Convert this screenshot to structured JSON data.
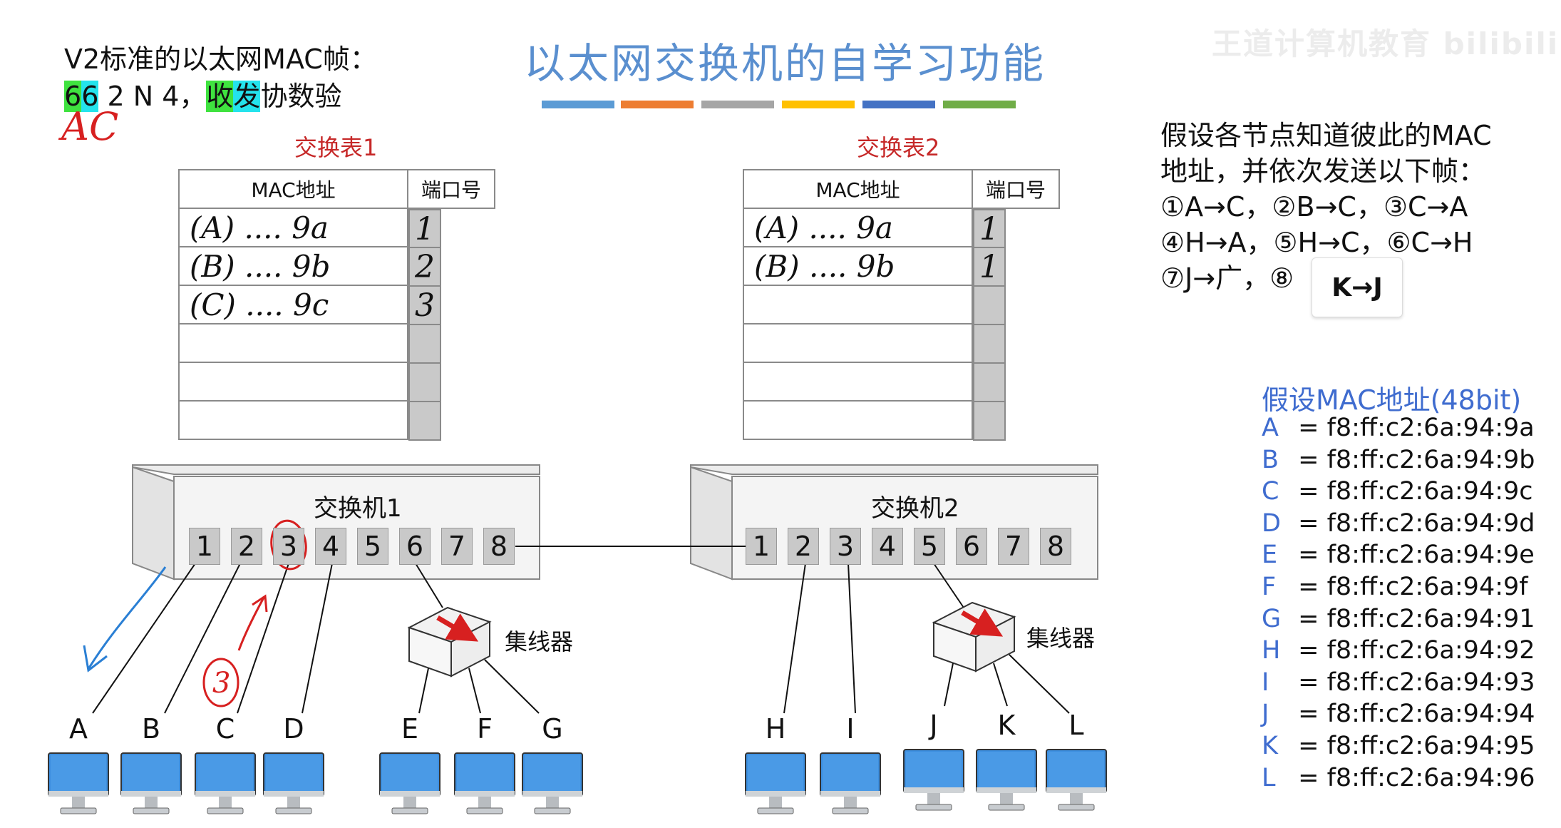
{
  "title": "以太网交换机的自学习功能",
  "watermark": "王道计算机教育 bilibili",
  "stripe_colors": [
    "#5b9bd5",
    "#ed7d31",
    "#a5a5a5",
    "#ffc000",
    "#4472c4",
    "#70ad47"
  ],
  "frame_info": {
    "title": "V2标准的以太网MAC帧：",
    "fields": [
      {
        "text": "6",
        "hl": "green"
      },
      {
        "text": "6",
        "hl": "cyan"
      },
      {
        "text": " 2 N 4，",
        "hl": ""
      },
      {
        "text": "收",
        "hl": "green"
      },
      {
        "text": "发",
        "hl": "cyan"
      },
      {
        "text": "协数验",
        "hl": ""
      }
    ],
    "handwritten_note": "AC"
  },
  "table1": {
    "title": "交换表1",
    "headers": [
      "MAC地址",
      "端口号"
    ],
    "rows": [
      [
        "(A) .... 9a",
        "1"
      ],
      [
        "(B) .... 9b",
        "2"
      ],
      [
        "(C) .... 9c",
        "3"
      ],
      [
        "",
        ""
      ],
      [
        "",
        ""
      ],
      [
        "",
        ""
      ]
    ]
  },
  "table2": {
    "title": "交换表2",
    "headers": [
      "MAC地址",
      "端口号"
    ],
    "rows": [
      [
        "(A) .... 9a",
        "1"
      ],
      [
        "(B) .... 9b",
        "1"
      ],
      [
        "",
        ""
      ],
      [
        "",
        ""
      ],
      [
        "",
        ""
      ],
      [
        "",
        ""
      ]
    ]
  },
  "assumption": {
    "lines": [
      "假设各节点知道彼此的MAC",
      "地址，并依次发送以下帧：",
      "①A→C，②B→C，③C→A",
      "④H→A，⑤H→C，⑥C→H",
      "⑦J→广，⑧"
    ],
    "frame8": "K→J"
  },
  "mac_list": {
    "title": "假设MAC地址(48bit)",
    "items": [
      {
        "host": "A",
        "mac": "f8:ff:c2:6a:94:9a"
      },
      {
        "host": "B",
        "mac": "f8:ff:c2:6a:94:9b"
      },
      {
        "host": "C",
        "mac": "f8:ff:c2:6a:94:9c"
      },
      {
        "host": "D",
        "mac": "f8:ff:c2:6a:94:9d"
      },
      {
        "host": "E",
        "mac": "f8:ff:c2:6a:94:9e"
      },
      {
        "host": "F",
        "mac": "f8:ff:c2:6a:94:9f"
      },
      {
        "host": "G",
        "mac": "f8:ff:c2:6a:94:91"
      },
      {
        "host": "H",
        "mac": "f8:ff:c2:6a:94:92"
      },
      {
        "host": "I",
        "mac": "f8:ff:c2:6a:94:93"
      },
      {
        "host": "J",
        "mac": "f8:ff:c2:6a:94:94"
      },
      {
        "host": "K",
        "mac": "f8:ff:c2:6a:94:95"
      },
      {
        "host": "L",
        "mac": "f8:ff:c2:6a:94:96"
      }
    ]
  },
  "switch1": {
    "label": "交换机1",
    "ports": [
      "1",
      "2",
      "3",
      "4",
      "5",
      "6",
      "7",
      "8"
    ]
  },
  "switch2": {
    "label": "交换机2",
    "ports": [
      "1",
      "2",
      "3",
      "4",
      "5",
      "6",
      "7",
      "8"
    ]
  },
  "hub_label": "集线器",
  "hosts": [
    "A",
    "B",
    "C",
    "D",
    "E",
    "F",
    "G",
    "H",
    "I",
    "J",
    "K",
    "L"
  ],
  "annotation_circle_number": "3",
  "colors": {
    "title": "#5a8fcf",
    "table_title": "#c62828",
    "annotation_red": "#d72020",
    "annotation_blue": "#2a7fd4",
    "mac_blue": "#3f6ccf",
    "monitor": "#3d8fe0"
  }
}
